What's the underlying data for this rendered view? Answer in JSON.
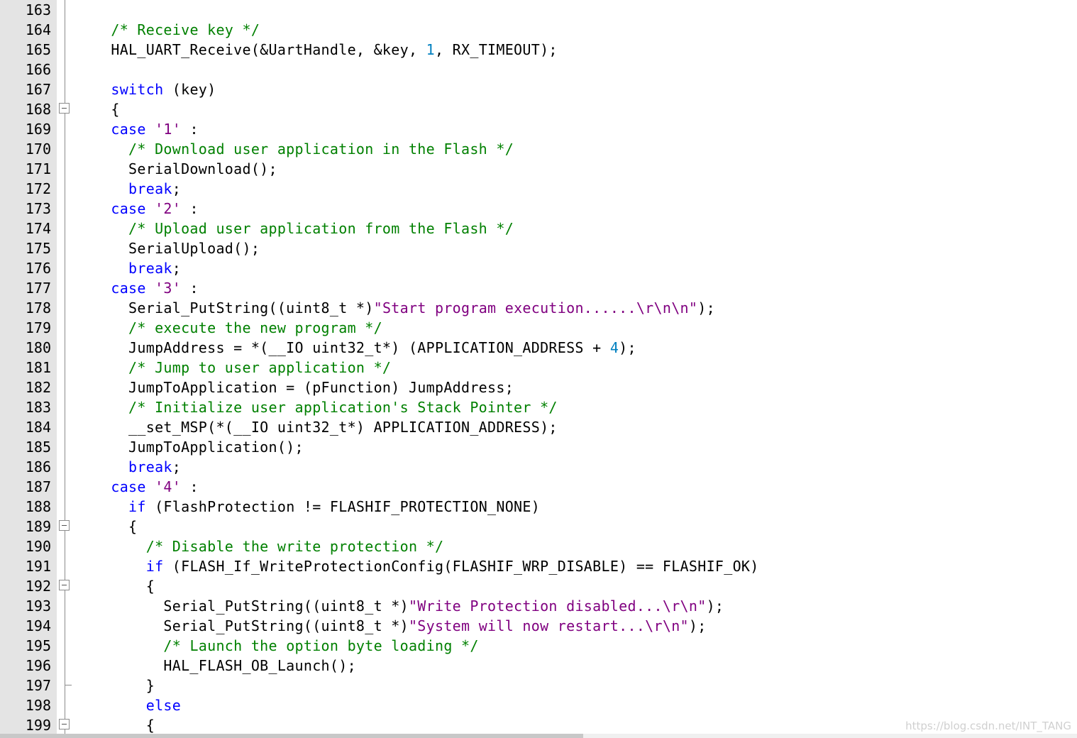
{
  "editor": {
    "lines": [
      {
        "number": "163",
        "fold": "",
        "tokens": []
      },
      {
        "number": "164",
        "fold": "",
        "tokens": [
          {
            "text": "    ",
            "type": "default"
          },
          {
            "text": "/* Receive key */",
            "type": "comment"
          }
        ]
      },
      {
        "number": "165",
        "fold": "",
        "tokens": [
          {
            "text": "    HAL_UART_Receive(&UartHandle, &key, ",
            "type": "default"
          },
          {
            "text": "1",
            "type": "number"
          },
          {
            "text": ", RX_TIMEOUT);",
            "type": "default"
          }
        ]
      },
      {
        "number": "166",
        "fold": "",
        "tokens": []
      },
      {
        "number": "167",
        "fold": "",
        "tokens": [
          {
            "text": "    ",
            "type": "default"
          },
          {
            "text": "switch",
            "type": "keyword"
          },
          {
            "text": " (key)",
            "type": "default"
          }
        ]
      },
      {
        "number": "168",
        "fold": "open",
        "tokens": [
          {
            "text": "    {",
            "type": "default"
          }
        ]
      },
      {
        "number": "169",
        "fold": "",
        "tokens": [
          {
            "text": "    ",
            "type": "default"
          },
          {
            "text": "case",
            "type": "keyword"
          },
          {
            "text": " ",
            "type": "default"
          },
          {
            "text": "'1'",
            "type": "string"
          },
          {
            "text": " :",
            "type": "default"
          }
        ]
      },
      {
        "number": "170",
        "fold": "",
        "tokens": [
          {
            "text": "      ",
            "type": "default"
          },
          {
            "text": "/* Download user application in the Flash */",
            "type": "comment"
          }
        ]
      },
      {
        "number": "171",
        "fold": "",
        "tokens": [
          {
            "text": "      SerialDownload();",
            "type": "default"
          }
        ]
      },
      {
        "number": "172",
        "fold": "",
        "tokens": [
          {
            "text": "      ",
            "type": "default"
          },
          {
            "text": "break",
            "type": "keyword"
          },
          {
            "text": ";",
            "type": "default"
          }
        ]
      },
      {
        "number": "173",
        "fold": "",
        "tokens": [
          {
            "text": "    ",
            "type": "default"
          },
          {
            "text": "case",
            "type": "keyword"
          },
          {
            "text": " ",
            "type": "default"
          },
          {
            "text": "'2'",
            "type": "string"
          },
          {
            "text": " :",
            "type": "default"
          }
        ]
      },
      {
        "number": "174",
        "fold": "",
        "tokens": [
          {
            "text": "      ",
            "type": "default"
          },
          {
            "text": "/* Upload user application from the Flash */",
            "type": "comment"
          }
        ]
      },
      {
        "number": "175",
        "fold": "",
        "tokens": [
          {
            "text": "      SerialUpload();",
            "type": "default"
          }
        ]
      },
      {
        "number": "176",
        "fold": "",
        "tokens": [
          {
            "text": "      ",
            "type": "default"
          },
          {
            "text": "break",
            "type": "keyword"
          },
          {
            "text": ";",
            "type": "default"
          }
        ]
      },
      {
        "number": "177",
        "fold": "",
        "tokens": [
          {
            "text": "    ",
            "type": "default"
          },
          {
            "text": "case",
            "type": "keyword"
          },
          {
            "text": " ",
            "type": "default"
          },
          {
            "text": "'3'",
            "type": "string"
          },
          {
            "text": " :",
            "type": "default"
          }
        ]
      },
      {
        "number": "178",
        "fold": "",
        "tokens": [
          {
            "text": "      Serial_PutString((uint8_t *)",
            "type": "default"
          },
          {
            "text": "\"Start program execution......\\r\\n\\n\"",
            "type": "string"
          },
          {
            "text": ");",
            "type": "default"
          }
        ]
      },
      {
        "number": "179",
        "fold": "",
        "tokens": [
          {
            "text": "      ",
            "type": "default"
          },
          {
            "text": "/* execute the new program */",
            "type": "comment"
          }
        ]
      },
      {
        "number": "180",
        "fold": "",
        "tokens": [
          {
            "text": "      JumpAddress = *(__IO uint32_t*) (APPLICATION_ADDRESS + ",
            "type": "default"
          },
          {
            "text": "4",
            "type": "number"
          },
          {
            "text": ");",
            "type": "default"
          }
        ]
      },
      {
        "number": "181",
        "fold": "",
        "tokens": [
          {
            "text": "      ",
            "type": "default"
          },
          {
            "text": "/* Jump to user application */",
            "type": "comment"
          }
        ]
      },
      {
        "number": "182",
        "fold": "",
        "tokens": [
          {
            "text": "      JumpToApplication = (pFunction) JumpAddress;",
            "type": "default"
          }
        ]
      },
      {
        "number": "183",
        "fold": "",
        "tokens": [
          {
            "text": "      ",
            "type": "default"
          },
          {
            "text": "/* Initialize user application's Stack Pointer */",
            "type": "comment"
          }
        ]
      },
      {
        "number": "184",
        "fold": "",
        "tokens": [
          {
            "text": "      __set_MSP(*(__IO uint32_t*) APPLICATION_ADDRESS);",
            "type": "default"
          }
        ]
      },
      {
        "number": "185",
        "fold": "",
        "tokens": [
          {
            "text": "      JumpToApplication();",
            "type": "default"
          }
        ]
      },
      {
        "number": "186",
        "fold": "",
        "tokens": [
          {
            "text": "      ",
            "type": "default"
          },
          {
            "text": "break",
            "type": "keyword"
          },
          {
            "text": ";",
            "type": "default"
          }
        ]
      },
      {
        "number": "187",
        "fold": "",
        "tokens": [
          {
            "text": "    ",
            "type": "default"
          },
          {
            "text": "case",
            "type": "keyword"
          },
          {
            "text": " ",
            "type": "default"
          },
          {
            "text": "'4'",
            "type": "string"
          },
          {
            "text": " :",
            "type": "default"
          }
        ]
      },
      {
        "number": "188",
        "fold": "",
        "tokens": [
          {
            "text": "      ",
            "type": "default"
          },
          {
            "text": "if",
            "type": "keyword"
          },
          {
            "text": " (FlashProtection != FLASHIF_PROTECTION_NONE)",
            "type": "default"
          }
        ]
      },
      {
        "number": "189",
        "fold": "open",
        "tokens": [
          {
            "text": "      {",
            "type": "default"
          }
        ]
      },
      {
        "number": "190",
        "fold": "",
        "tokens": [
          {
            "text": "        ",
            "type": "default"
          },
          {
            "text": "/* Disable the write protection */",
            "type": "comment"
          }
        ]
      },
      {
        "number": "191",
        "fold": "",
        "tokens": [
          {
            "text": "        ",
            "type": "default"
          },
          {
            "text": "if",
            "type": "keyword"
          },
          {
            "text": " (FLASH_If_WriteProtectionConfig(FLASHIF_WRP_DISABLE) == FLASHIF_OK)",
            "type": "default"
          }
        ]
      },
      {
        "number": "192",
        "fold": "open",
        "tokens": [
          {
            "text": "        {",
            "type": "default"
          }
        ]
      },
      {
        "number": "193",
        "fold": "",
        "tokens": [
          {
            "text": "          Serial_PutString((uint8_t *)",
            "type": "default"
          },
          {
            "text": "\"Write Protection disabled...\\r\\n\"",
            "type": "string"
          },
          {
            "text": ");",
            "type": "default"
          }
        ]
      },
      {
        "number": "194",
        "fold": "",
        "tokens": [
          {
            "text": "          Serial_PutString((uint8_t *)",
            "type": "default"
          },
          {
            "text": "\"System will now restart...\\r\\n\"",
            "type": "string"
          },
          {
            "text": ");",
            "type": "default"
          }
        ]
      },
      {
        "number": "195",
        "fold": "",
        "tokens": [
          {
            "text": "          ",
            "type": "default"
          },
          {
            "text": "/* Launch the option byte loading */",
            "type": "comment"
          }
        ]
      },
      {
        "number": "196",
        "fold": "",
        "tokens": [
          {
            "text": "          HAL_FLASH_OB_Launch();",
            "type": "default"
          }
        ]
      },
      {
        "number": "197",
        "fold": "end",
        "tokens": [
          {
            "text": "        }",
            "type": "default"
          }
        ]
      },
      {
        "number": "198",
        "fold": "",
        "tokens": [
          {
            "text": "        ",
            "type": "default"
          },
          {
            "text": "else",
            "type": "keyword"
          }
        ]
      },
      {
        "number": "199",
        "fold": "open",
        "tokens": [
          {
            "text": "        {",
            "type": "default"
          }
        ]
      }
    ]
  },
  "watermark": "https://blog.csdn.net/INT_TANG",
  "colors": {
    "gutter": "#e4e4e4",
    "keyword": "#0000ff",
    "comment": "#008000",
    "string": "#800080",
    "number": "#0080c0",
    "default": "#000000"
  }
}
